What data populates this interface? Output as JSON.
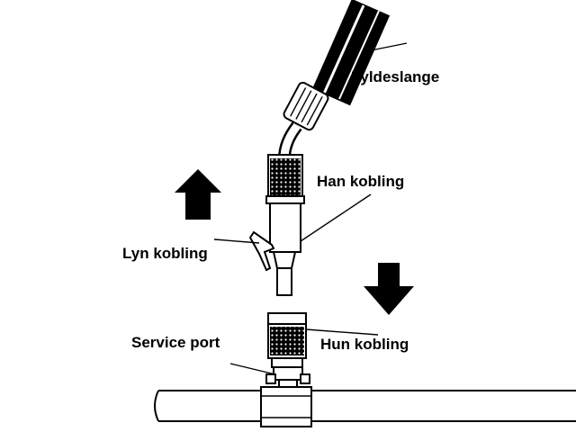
{
  "labels": {
    "fill_hose": "Fyldeslange",
    "male_coupling": "Han kobling",
    "quick_coupling": "Lyn kobling",
    "service_port": "Service port",
    "female_coupling": "Hun kobling"
  },
  "arrows": {
    "up_icon": "arrow-up-icon",
    "down_icon": "arrow-down-icon"
  },
  "colors": {
    "ink": "#000000",
    "paper": "#ffffff"
  }
}
